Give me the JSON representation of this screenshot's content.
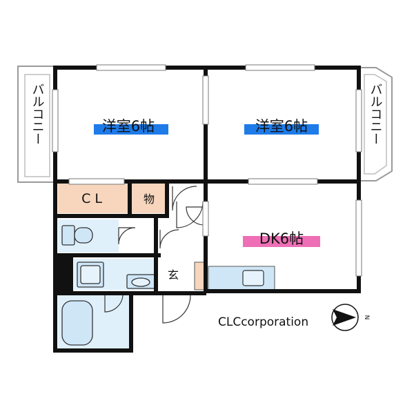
{
  "rooms": {
    "bedroom_left": {
      "label": "洋室6帖",
      "tag_color": "#1e7be8"
    },
    "bedroom_right": {
      "label": "洋室6帖",
      "tag_color": "#1e7be8"
    },
    "dk": {
      "label": "DK6帖",
      "tag_color": "#ee6fb6"
    },
    "closet": {
      "label": "CL"
    },
    "storage": {
      "label": "物"
    },
    "entrance": {
      "label": "玄"
    }
  },
  "balconies": {
    "left": {
      "label": "バルコニー"
    },
    "right": {
      "label": "バルコニー"
    }
  },
  "brand": {
    "text": "CLCcorporation"
  },
  "compass": {
    "direction": "N"
  },
  "colors": {
    "wall": "#111111",
    "closet_fill": "#f7d6bd",
    "wet_fill": "#dff0fb",
    "fixture_fill": "#cfe6f7"
  }
}
